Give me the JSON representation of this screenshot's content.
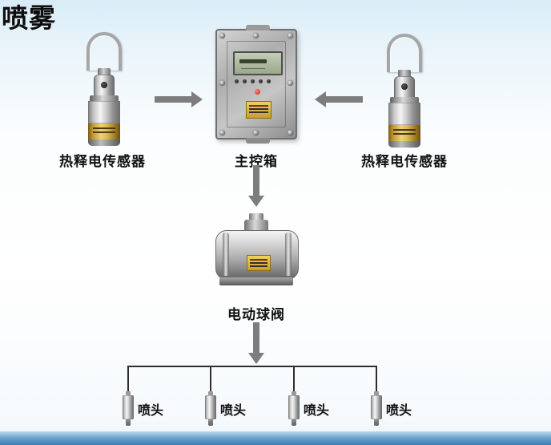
{
  "title": "喷雾",
  "labels": {
    "sensor_left": "热释电传感器",
    "control_box": "主控箱",
    "sensor_right": "热释电传感器",
    "valve": "电动球阀"
  },
  "nozzles": [
    {
      "label": "喷头"
    },
    {
      "label": "喷头"
    },
    {
      "label": "喷头"
    },
    {
      "label": "喷头"
    }
  ],
  "images": {
    "sensor_left": "pyroelectric-sensor",
    "sensor_right": "pyroelectric-sensor",
    "control_box": "main-control-box",
    "valve": "electric-ball-valve",
    "nozzle": "spray-nozzle"
  },
  "colors": {
    "brass_label": "#d9b84a",
    "arrow_gray": "#7d7d7d",
    "pipe_black": "#2e2e2e",
    "bottom_bar_blue": "#3e7cb0",
    "background_top_blue": "#d8ecf7"
  }
}
